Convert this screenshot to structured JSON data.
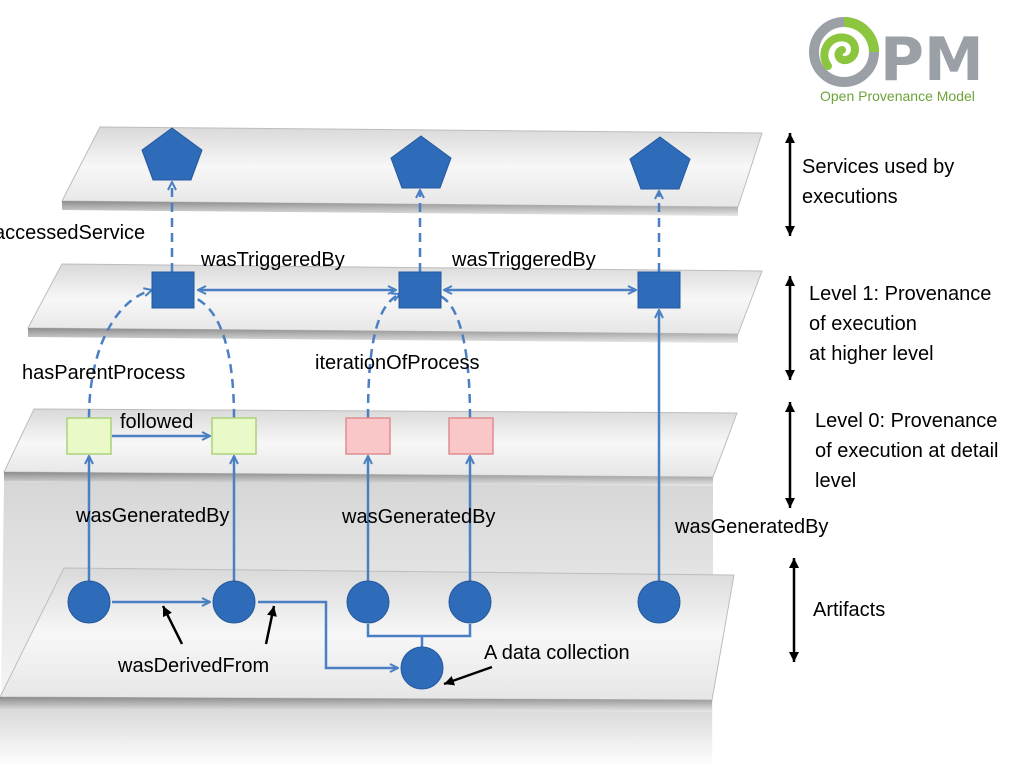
{
  "logo": {
    "text": "PM",
    "subtitle": "Open Provenance Model",
    "colors": {
      "swirl": "#8cc63f",
      "gray": "#9aa0a6",
      "subtitle": "#6ea33a"
    }
  },
  "planes": [
    {
      "id": "services",
      "description_lines": [
        "Services used by",
        "executions"
      ]
    },
    {
      "id": "level1",
      "description_lines": [
        "Level 1: Provenance",
        "of execution",
        "at higher level"
      ]
    },
    {
      "id": "level0",
      "description_lines": [
        "Level 0: Provenance",
        "of execution at detail",
        "level"
      ]
    },
    {
      "id": "artifacts",
      "description_lines": [
        "Artifacts"
      ]
    }
  ],
  "edge_labels": {
    "accessed_service": "accessedService",
    "was_triggered_by_1": "wasTriggeredBy",
    "was_triggered_by_2": "wasTriggeredBy",
    "has_parent_process": "hasParentProcess",
    "iteration_of_process": "iterationOfProcess",
    "followed": "followed",
    "was_generated_by_1": "wasGeneratedBy",
    "was_generated_by_2": "wasGeneratedBy",
    "was_generated_by_3": "wasGeneratedBy",
    "was_derived_from": "wasDerivedFrom",
    "data_collection": "A data collection"
  },
  "colors": {
    "node_blue": "#2e6bb8",
    "edge_blue": "#4a7fc4",
    "green_fill": "#e9f9c8",
    "green_stroke": "#a9d27a",
    "pink_fill": "#f9c7c7",
    "pink_stroke": "#e08e8e",
    "plane_top": "#f2f2f2",
    "plane_side": "#bdbdbd"
  }
}
